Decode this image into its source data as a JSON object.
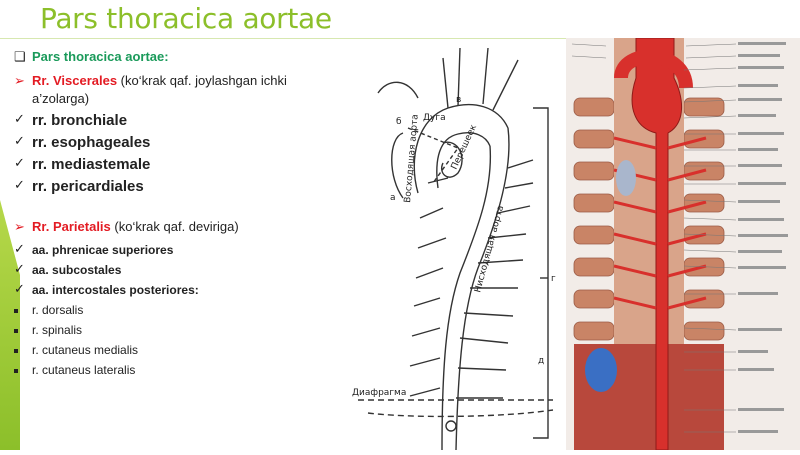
{
  "slide": {
    "title": "Pars thoracica aortae"
  },
  "list": {
    "items": [
      {
        "bullet": "square-outline",
        "parts": [
          {
            "text": "Pars thoracica aortae:",
            "style": "heading1"
          }
        ]
      },
      {
        "bullet": "arrow",
        "parts": [
          {
            "text": "Rr. Viscerales",
            "style": "red"
          },
          {
            "text": " (ko‘krak qaf. joylashgan ichki a’zolarga)",
            "style": "plain"
          }
        ]
      },
      {
        "bullet": "check",
        "parts": [
          {
            "text": "rr. bronchiale",
            "style": "big"
          }
        ]
      },
      {
        "bullet": "check",
        "parts": [
          {
            "text": "rr. esophageales",
            "style": "big"
          }
        ]
      },
      {
        "bullet": "check",
        "parts": [
          {
            "text": "rr. mediastemale",
            "style": "big"
          }
        ]
      },
      {
        "bullet": "check",
        "parts": [
          {
            "text": "rr. pericardiales",
            "style": "big"
          }
        ]
      },
      {
        "bullet": "arrow",
        "parts": [
          {
            "text": "Rr. Parietalis",
            "style": "red"
          },
          {
            "text": " (ko‘krak qaf. deviriga)",
            "style": "plain"
          }
        ]
      },
      {
        "bullet": "check",
        "parts": [
          {
            "text": "aa. phrenicae superiores",
            "style": "mid"
          }
        ]
      },
      {
        "bullet": "check",
        "parts": [
          {
            "text": "aa. subcostales",
            "style": "mid"
          }
        ]
      },
      {
        "bullet": "check",
        "parts": [
          {
            "text": "aa. intercostales posteriores:",
            "style": "mid"
          }
        ]
      },
      {
        "bullet": "square",
        "parts": [
          {
            "text": "r. dorsalis",
            "style": "small"
          }
        ]
      },
      {
        "bullet": "square",
        "parts": [
          {
            "text": "r. spinalis",
            "style": "small"
          }
        ]
      },
      {
        "bullet": "square",
        "parts": [
          {
            "text": "r. cutaneus medialis",
            "style": "small"
          }
        ]
      },
      {
        "bullet": "square",
        "parts": [
          {
            "text": "r. cutaneus lateralis",
            "style": "small"
          }
        ]
      }
    ]
  },
  "diagram": {
    "labels": {
      "duga": "Дуга",
      "peresheek": "Перешеек",
      "voskhodyashchaya": "Восходящая аорта",
      "niskhodyashchaya": "Нисходящая аорта",
      "diafragma": "Диафрагма",
      "b": "б",
      "v": "в",
      "a": "а",
      "g": "г",
      "d": "д"
    }
  },
  "colors": {
    "accent": "#8cbf2a",
    "heading": "#1a9a5a",
    "red": "#e31b23"
  }
}
